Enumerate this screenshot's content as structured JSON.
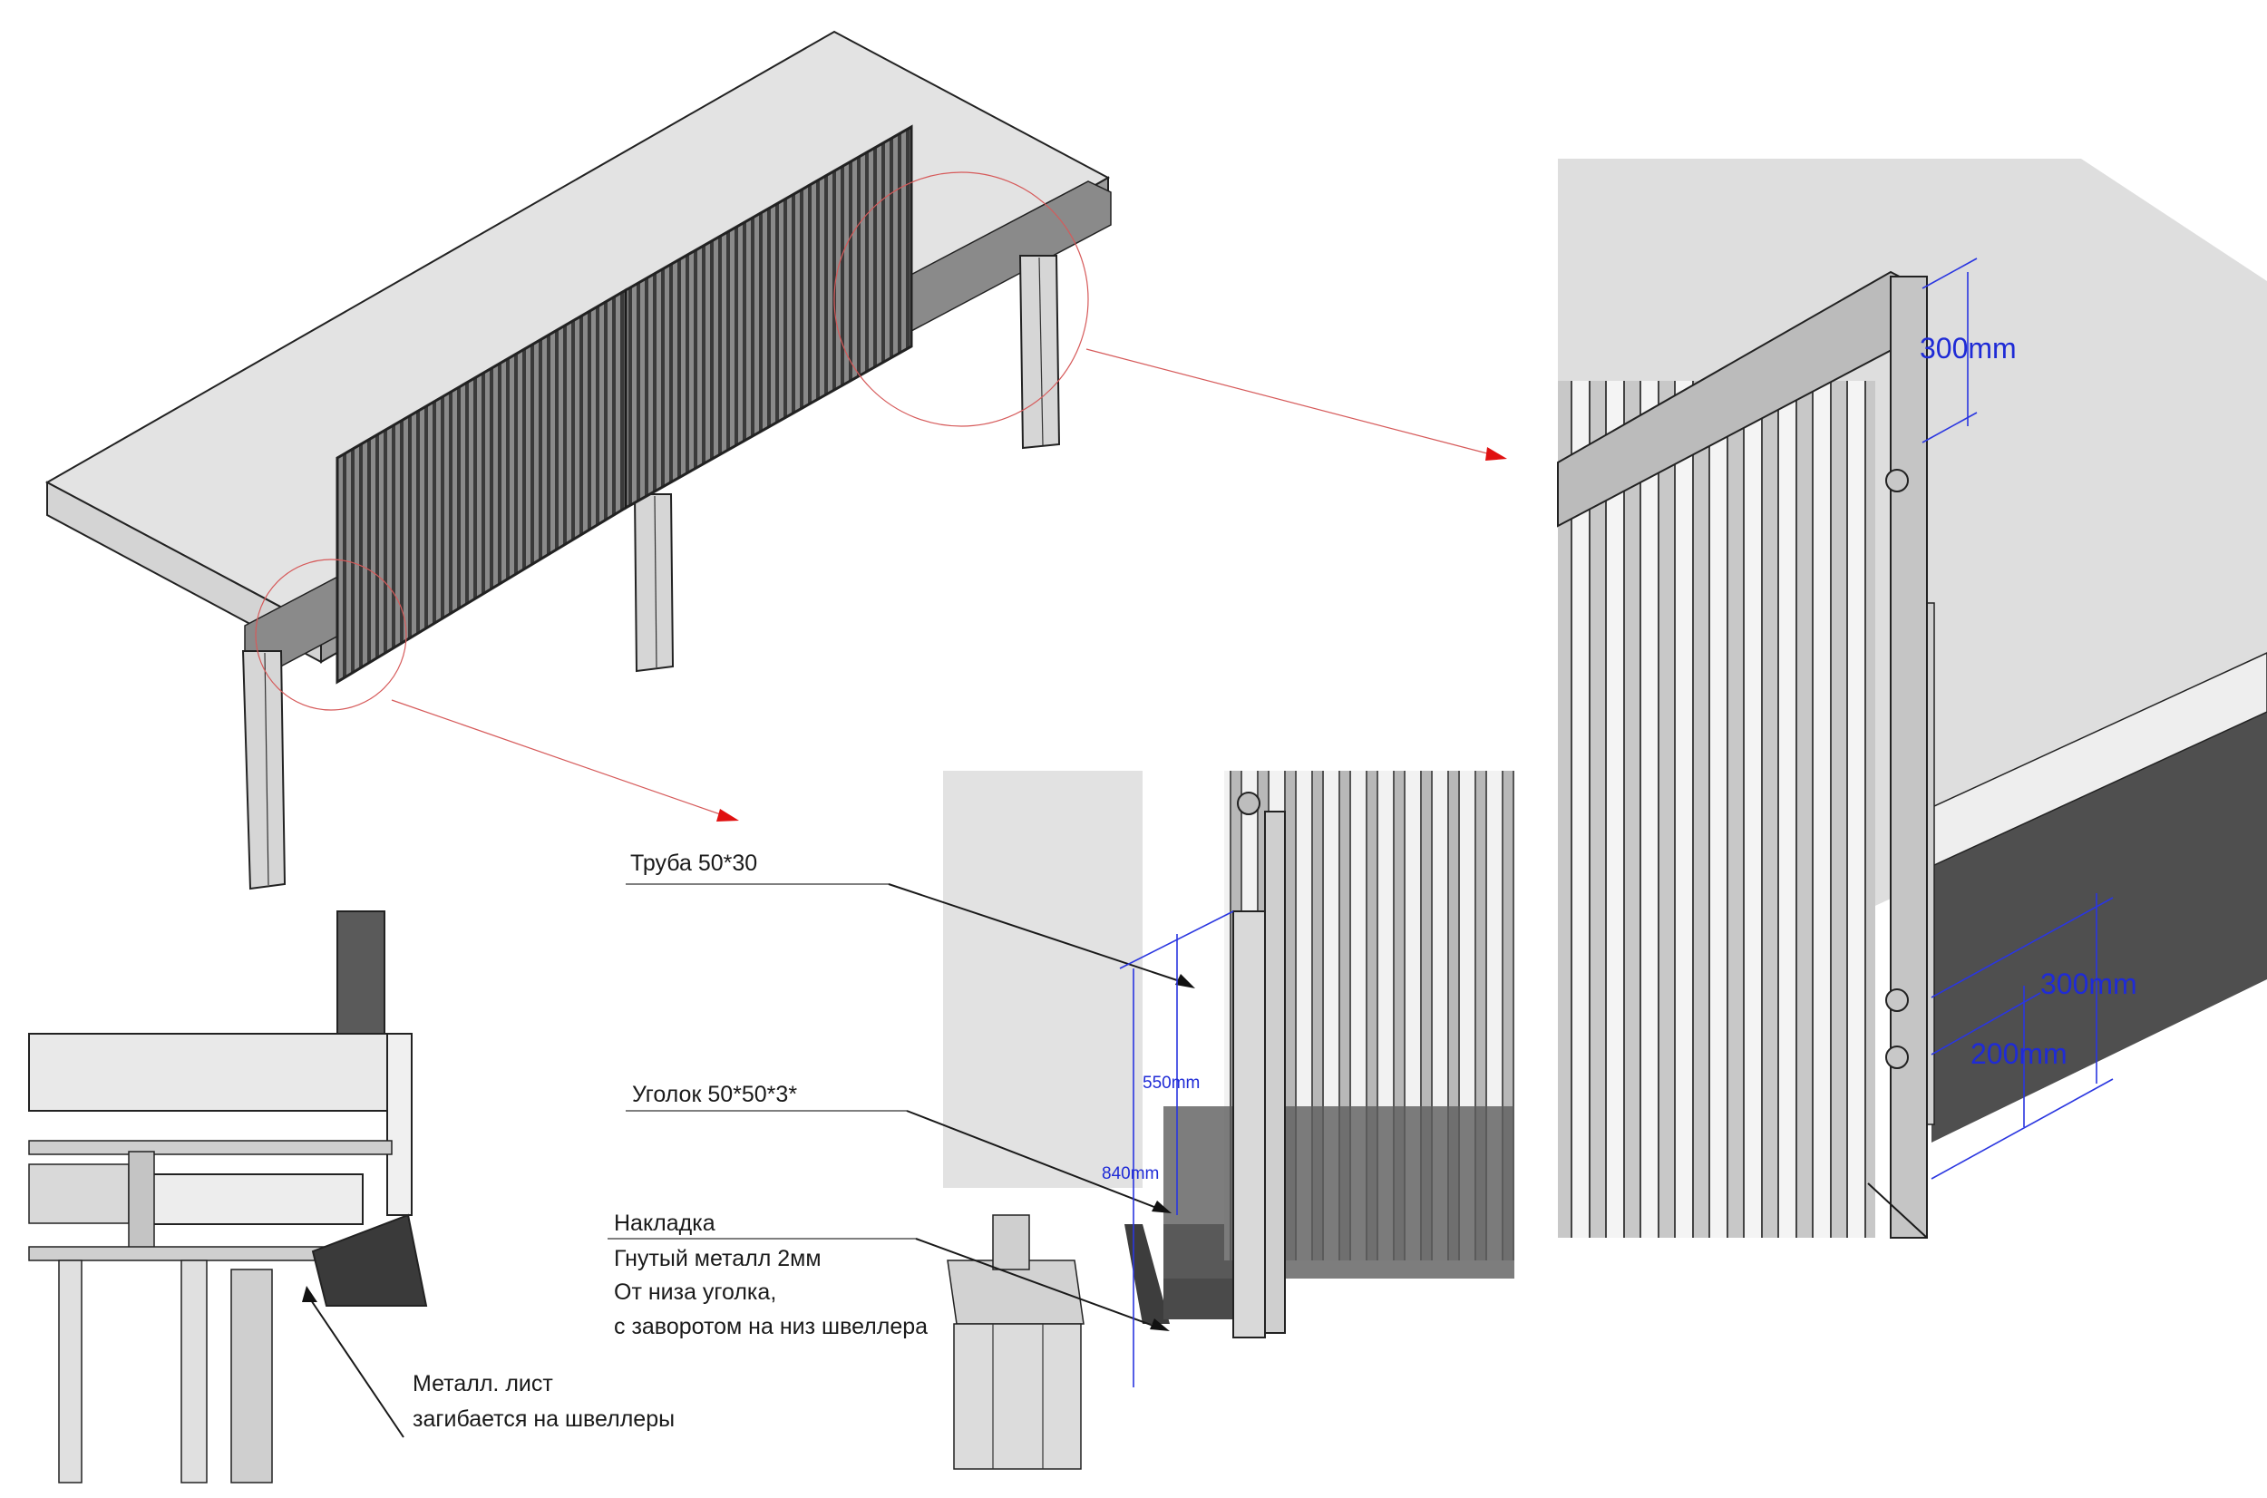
{
  "callouts": {
    "pipe": "Труба 50*30",
    "angle": "Уголок 50*50*3*",
    "overlay_1": "Накладка",
    "overlay_2": "Гнутый металл 2мм",
    "overlay_3": "От низа уголка,",
    "overlay_4": "с заворотом на низ швеллера",
    "sheet_1": "Металл. лист",
    "sheet_2": "загибается на швеллеры"
  },
  "dimensions": {
    "top_spacing": "300mm",
    "bottom_spacing": "300mm",
    "lower_offset": "200mm",
    "overlay_height": "550mm",
    "total_height": "840mm"
  },
  "colors": {
    "dimension": "#1f2bd6",
    "highlight_circle": "#d65a5a",
    "arrow": "#e01010",
    "concrete": "#e1e1e1",
    "steel": "#bdbdbd"
  }
}
